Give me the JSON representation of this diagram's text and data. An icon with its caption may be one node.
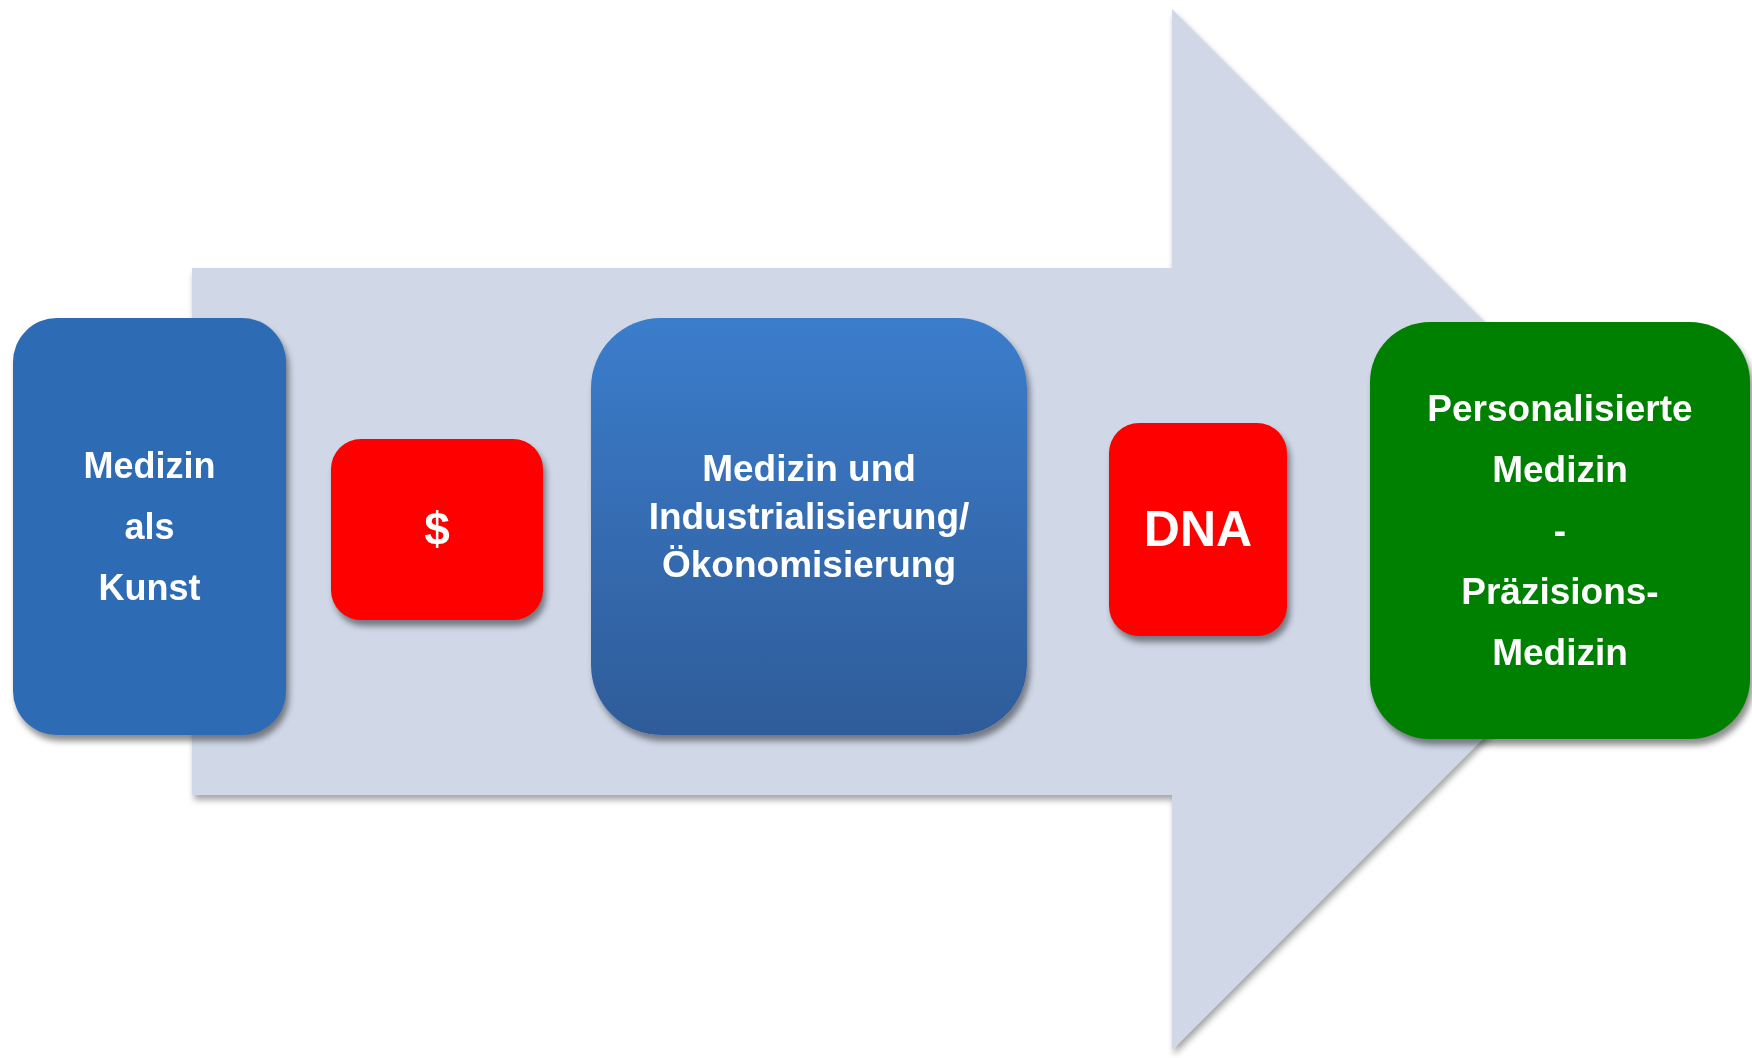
{
  "diagram": {
    "nodes": [
      {
        "text": [
          "Medizin als Kunst"
        ]
      },
      {
        "text": [
          "$"
        ]
      },
      {
        "text": [
          "Medizin und Industrialisierung/ Ökonomisierung"
        ]
      },
      {
        "text": [
          "DNA"
        ]
      },
      {
        "text": [
          "Personalisierte Medizin",
          "-",
          "Präzisions- Medizin"
        ]
      }
    ],
    "edges": [
      {
        "from": 0,
        "to": 4,
        "arrow": "to"
      }
    ]
  }
}
